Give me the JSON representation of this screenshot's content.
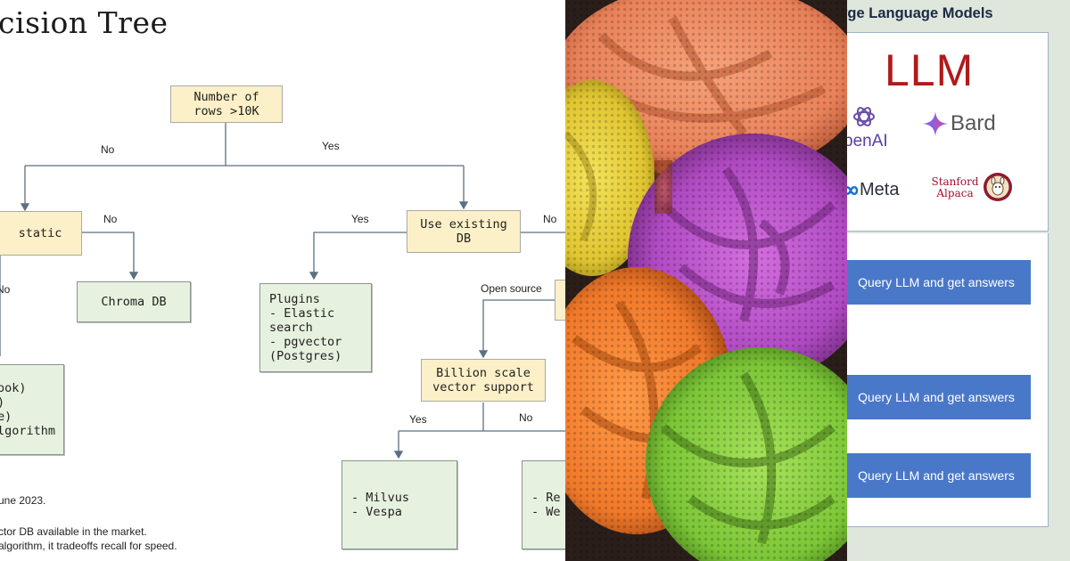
{
  "decision_tree": {
    "title": "ecision Tree",
    "nodes": {
      "rows": "Number of\nrows >10K",
      "static": "static",
      "existing_db": "Use existing\nDB",
      "chroma": "Chroma DB",
      "plugins": "Plugins\n- Elastic\n  search\n- pgvector\n  (Postgres)",
      "billion": "Billion scale\nvector support",
      "left_list": "ook)\n)\ne)\nlgorithm",
      "milvus": "- Milvus\n- Vespa",
      "right_list": "- Re\n- We"
    },
    "edge_labels": {
      "no_1": "No",
      "yes_1": "Yes",
      "no_2": "No",
      "yes_2": "Yes",
      "no_3": "No",
      "no_4": "No",
      "open_source": "Open source",
      "yes_3": "Yes",
      "no_5": "No"
    },
    "footnotes": {
      "date": "une 2023.",
      "line1": "ctor DB available in the market.",
      "line2": "algorithm, it tradeoffs recall for speed."
    }
  },
  "llm_panel": {
    "title": "rge Language Models",
    "logo_text": "LLM",
    "brands": {
      "openai": "penAI",
      "bard": "Bard",
      "meta": "Meta",
      "stanford": "Stanford",
      "alpaca": "Alpaca"
    },
    "buttons": [
      "Query LLM and get answers",
      "Query LLM and get answers",
      "Query LLM and get answers"
    ]
  },
  "colors": {
    "decision_fill": "#fcf0c8",
    "outcome_fill": "#e7f1df",
    "llm_red": "#b01a1a",
    "button_blue": "#4a78c9",
    "bard_purple": "#5a3fa0"
  },
  "icons": [
    "openai-knot-icon",
    "bard-sparkle-icon",
    "meta-infinity-icon",
    "alpaca-logo-icon"
  ]
}
